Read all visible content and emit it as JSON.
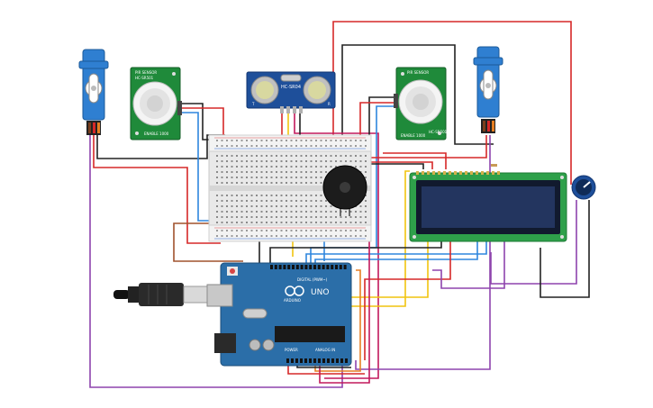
{
  "components": {
    "ultrasonic": {
      "model": "HC-SR04",
      "pin_t": "T",
      "pin_r": "R"
    },
    "pir_left": {
      "label_a": "PIR SENSOR",
      "label_b": "HC-SR501",
      "label_c": "ENABLE 1000"
    },
    "pir_right": {
      "label_a": "PIR SENSOR",
      "label_b": "HC-SR501",
      "label_c": "ENABLE 1000"
    },
    "arduino": {
      "model": "UNO",
      "brand": "ARDUINO",
      "digital_label": "DIGITAL (PWM~)",
      "power_label": "POWER",
      "analog_label": "ANALOG IN"
    }
  },
  "colors": {
    "board_blue": "#2b6ea8",
    "pcb_green": "#1f8a3a",
    "lcd_screen": "#23355f",
    "wire_red": "#d62828",
    "wire_black": "#222222",
    "wire_blue": "#2e86de",
    "wire_purple": "#8e44ad",
    "wire_yellow": "#f1c40f",
    "wire_orange": "#e67e22",
    "wire_brown": "#a0522d",
    "wire_magenta": "#c2185b"
  }
}
